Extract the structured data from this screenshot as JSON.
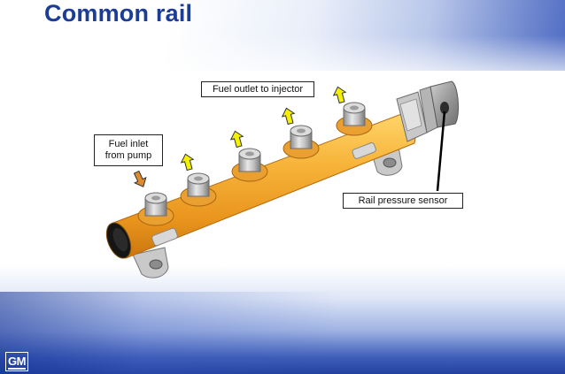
{
  "slide": {
    "title": "Common rail",
    "logo_text": "GM"
  },
  "labels": {
    "fuel_outlet": "Fuel outlet to injector",
    "fuel_inlet_line1": "Fuel inlet",
    "fuel_inlet_line2": "from pump",
    "rail_pressure_sensor": "Rail pressure sensor"
  },
  "colors": {
    "title": "#1c3d96",
    "rail_body": "#f2a52a",
    "outlet_arrow": "#f5f000",
    "inlet_arrow": "#e08a2e",
    "background_blue": "#23409e"
  },
  "icons": {
    "outlet_arrow": "arrow-up-icon",
    "inlet_arrow": "arrow-down-icon",
    "logo": "gm-logo-icon"
  }
}
